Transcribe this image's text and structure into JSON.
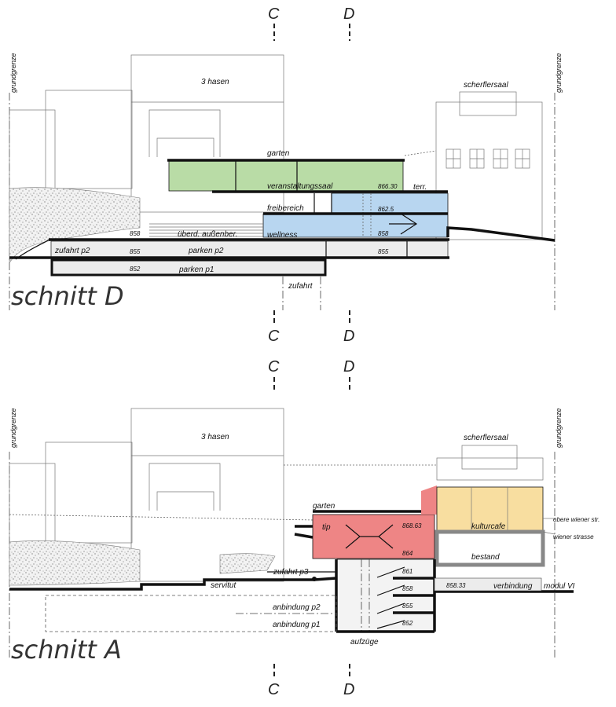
{
  "axes": {
    "c": "C",
    "d": "D"
  },
  "common": {
    "grundgrenze": "grundgrenze",
    "drei_hasen": "3 hasen",
    "scherflersaal": "scherflersaal",
    "garten": "garten"
  },
  "section_d": {
    "title": "schnitt D",
    "labels": {
      "veranstaltungssaal": "veranstaltungssaal",
      "terr": "terr.",
      "freibereich": "freibereich",
      "ueberd": "überd. außenber.",
      "wellness": "wellness",
      "zufahrt_p2": "zufahrt p2",
      "parken_p2": "parken p2",
      "parken_p1": "parken p1",
      "zufahrt": "zufahrt"
    },
    "elevations": {
      "e86630": "866.30",
      "e8625": "862.5",
      "e858a": "858",
      "e858b": "858",
      "e855a": "855",
      "e855b": "855",
      "e852": "852"
    },
    "colors": {
      "veranstaltungssaal": "#b9dca6",
      "wellness": "#b8d6f0"
    }
  },
  "section_a": {
    "title": "schnitt A",
    "labels": {
      "tip": "tip",
      "kulturcafe": "kulturcafe",
      "obere_wiener": "obere wiener str.",
      "wiener_strasse": "wiener strasse",
      "bestand": "bestand",
      "zufahrt_p3": "zufahrt p3",
      "servitut": "servitut",
      "verbindung": "verbindung",
      "modul_vi": "modul VI",
      "anbindung_p2": "anbindung p2",
      "anbindung_p1": "anbindung p1",
      "aufzuege": "aufzüge"
    },
    "elevations": {
      "e86863": "868.63",
      "e864": "864",
      "e861": "861",
      "e858": "858",
      "e85833": "858.33",
      "e855": "855",
      "e852": "852"
    },
    "colors": {
      "tip": "#ee8585",
      "kulturcafe": "#f8dea0",
      "wall": "#9a9a9a"
    }
  }
}
